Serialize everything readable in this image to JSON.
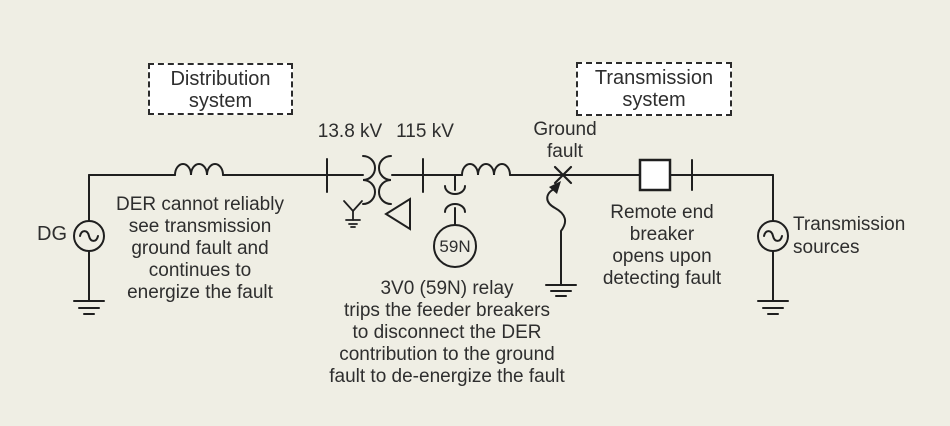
{
  "canvas": {
    "bg": "#efeee4",
    "line_color": "#1f1f1f",
    "text_color": "#2e2e2e"
  },
  "boxes": {
    "distribution": {
      "line1": "Distribution",
      "line2": "system"
    },
    "transmission": {
      "line1": "Transmission",
      "line2": "system"
    }
  },
  "labels": {
    "kv_low": "13.8 kV",
    "kv_high": "115 kV",
    "ground_fault_line1": "Ground",
    "ground_fault_line2": "fault",
    "dg": "DG",
    "relay": "59N",
    "tx_sources_line1": "Transmission",
    "tx_sources_line2": "sources"
  },
  "annotations": {
    "der_note": {
      "l1": "DER cannot reliably",
      "l2": "see transmission",
      "l3": "ground fault and",
      "l4": "continues to",
      "l5": "energize the fault"
    },
    "relay_note": {
      "l1": "3V0 (59N) relay",
      "l2": "trips the feeder breakers",
      "l3": "to disconnect the DER",
      "l4": "contribution to the ground",
      "l5": "fault to de-energize the fault"
    },
    "remote_note": {
      "l1": "Remote end",
      "l2": "breaker",
      "l3": "opens upon",
      "l4": "detecting fault"
    }
  }
}
